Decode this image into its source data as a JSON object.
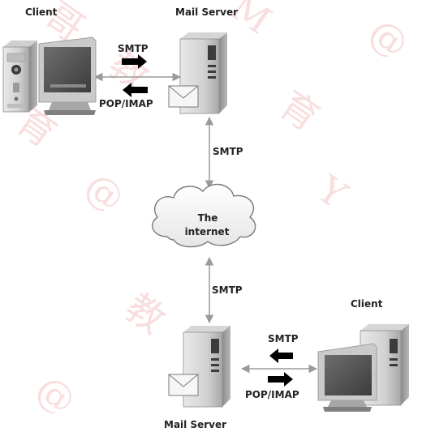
{
  "colors": {
    "link_line": "#9a9a9a",
    "arrow": "#000000",
    "watermark": "#e88a8a"
  },
  "labels": {
    "client_top": "Client",
    "server_top": "Mail Server",
    "smtp_top": "SMTP",
    "popimap_top": "POP/IMAP",
    "smtp_upper_link": "SMTP",
    "cloud_line1": "The",
    "cloud_line2": "internet",
    "smtp_lower_link": "SMTP",
    "client_bottom": "Client",
    "smtp_bottom": "SMTP",
    "popimap_bottom": "POP/IMAP",
    "server_bottom": "Mail Server"
  },
  "watermark": {
    "glyphs": [
      "哥",
      "教",
      "育",
      "@",
      "M",
      "Y",
      "@",
      "教",
      "育",
      "@"
    ]
  },
  "icons": {
    "client_top": "desktop-computer-icon",
    "server_top": "server-tower-icon",
    "mail_top": "envelope-icon",
    "cloud": "cloud-icon",
    "server_bottom": "server-tower-icon",
    "mail_bottom": "envelope-icon",
    "client_bottom": "desktop-computer-icon"
  }
}
